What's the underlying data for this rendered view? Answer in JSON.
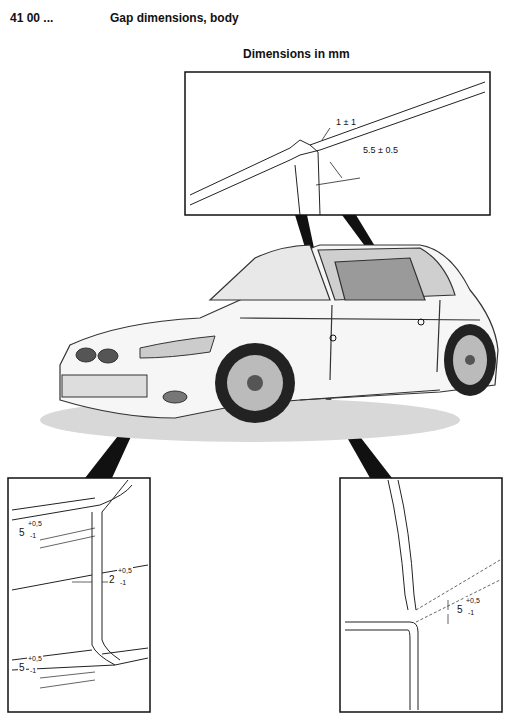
{
  "diagram": {
    "title": "Gap dimensions, body",
    "labels": [
      "41 00 ...",
      "Dimensions in mm",
      "1 ± 1",
      "5.5 ± 0.5",
      "5",
      "+0,5",
      "-1",
      "2",
      "+0,5",
      "-1",
      "5",
      "+0,5",
      "-1",
      "5",
      "+0,5",
      "-1"
    ]
  }
}
